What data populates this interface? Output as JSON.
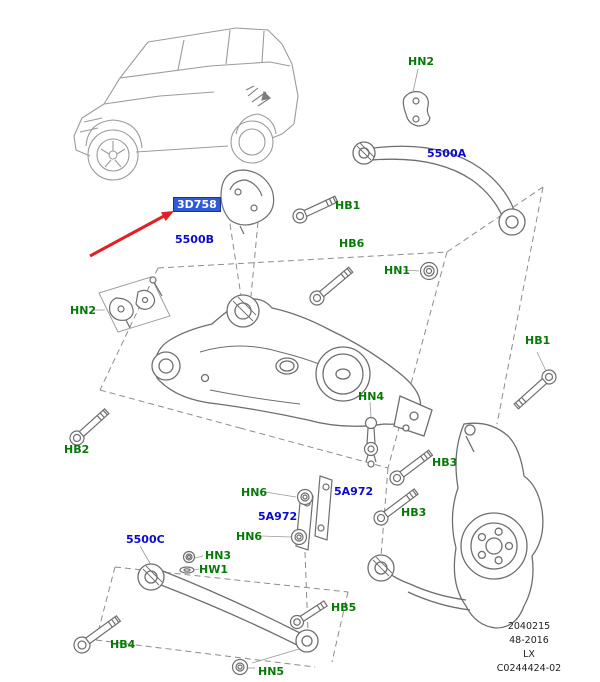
{
  "labels": {
    "hn2_top": "HN2",
    "p5500a": "5500A",
    "hb1_top": "HB1",
    "hb6": "HB6",
    "hn1": "HN1",
    "part_3d758": "3D758",
    "p5500b": "5500B",
    "hn2_left": "HN2",
    "hb1_right": "HB1",
    "hb2": "HB2",
    "hn4": "HN4",
    "hb3_upper": "HB3",
    "hn6_upper": "HN6",
    "p5a972_right": "5A972",
    "p5a972_left": "5A972",
    "hb3_lower": "HB3",
    "hn6_lower": "HN6",
    "p5500c": "5500C",
    "hn3": "HN3",
    "hw1": "HW1",
    "hb4": "HB4",
    "hb5": "HB5",
    "hn5": "HN5"
  },
  "footer": {
    "line1": "2040215",
    "line2": "48-2016",
    "line3": "LX",
    "line4": "C0244424-02"
  },
  "colors": {
    "label_green": "#067a06",
    "label_blue": "#0a0acc",
    "highlight_bg": "#2f5cd6",
    "highlight_text": "#ffffff",
    "arrow_red": "#e31e24"
  }
}
